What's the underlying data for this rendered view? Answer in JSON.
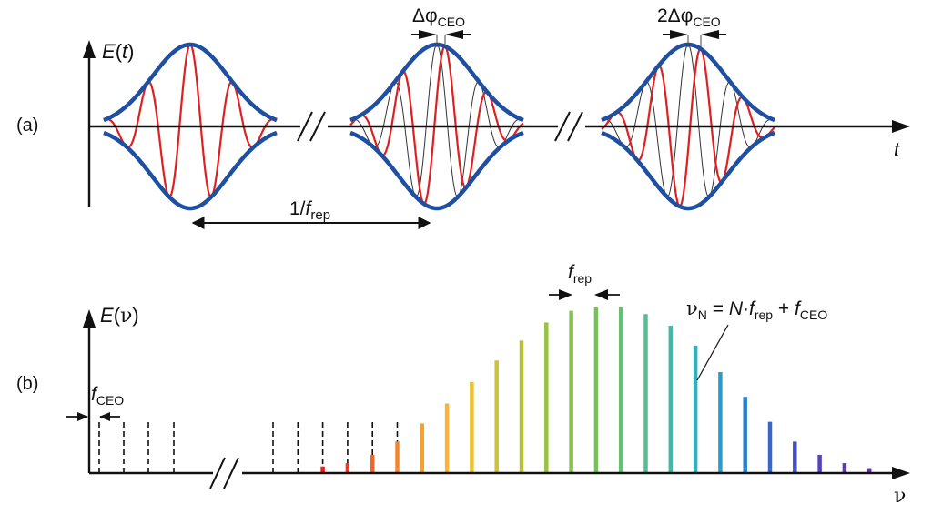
{
  "panel_a": {
    "label": "(a)",
    "y_axis": {
      "var": "E",
      "arg": "t"
    },
    "x_axis": {
      "var": "t"
    },
    "pulse_period": {
      "prefix": "1/",
      "f": "f",
      "sub": "rep"
    },
    "phase_shift_1": {
      "delta": "Δφ",
      "sub": "CEO"
    },
    "phase_shift_2": {
      "delta": "2Δφ",
      "sub": "CEO"
    },
    "colors": {
      "envelope": "#1f4fa0",
      "carrier": "#e02020",
      "reference": "#333333"
    }
  },
  "panel_b": {
    "label": "(b)",
    "y_axis": {
      "var": "E",
      "arg": "ν"
    },
    "x_axis": {
      "var": "ν"
    },
    "offset": {
      "f": "f",
      "sub": "CEO"
    },
    "spacing": {
      "f": "f",
      "sub": "rep"
    },
    "mode_formula": {
      "nu": "ν",
      "nsub": "N",
      "eq": " = ",
      "N": "N",
      "dot": "·",
      "f1": "f",
      "sub1": "rep",
      "plus": " + ",
      "f2": "f",
      "sub2": "CEO"
    },
    "comb_lines": [
      0.04,
      0.06,
      0.11,
      0.19,
      0.3,
      0.42,
      0.55,
      0.68,
      0.8,
      0.91,
      0.98,
      1.0,
      1.0,
      0.96,
      0.89,
      0.77,
      0.61,
      0.46,
      0.31,
      0.19,
      0.11,
      0.06,
      0.03
    ],
    "comb_colors": [
      "#e82020",
      "#ea3a24",
      "#ef6628",
      "#f28630",
      "#f6a030",
      "#f8b438",
      "#e7c33a",
      "#cdc03a",
      "#b3c03c",
      "#9ac242",
      "#84c34a",
      "#74c25a",
      "#62c172",
      "#55be8c",
      "#42b8a6",
      "#35aebc",
      "#2c9ccc",
      "#2a82d0",
      "#3a66cc",
      "#4452c4",
      "#5244bc",
      "#6038b4",
      "#6a2ea8"
    ],
    "dashed_low_count": 4,
    "dashed_high_count": 6
  }
}
